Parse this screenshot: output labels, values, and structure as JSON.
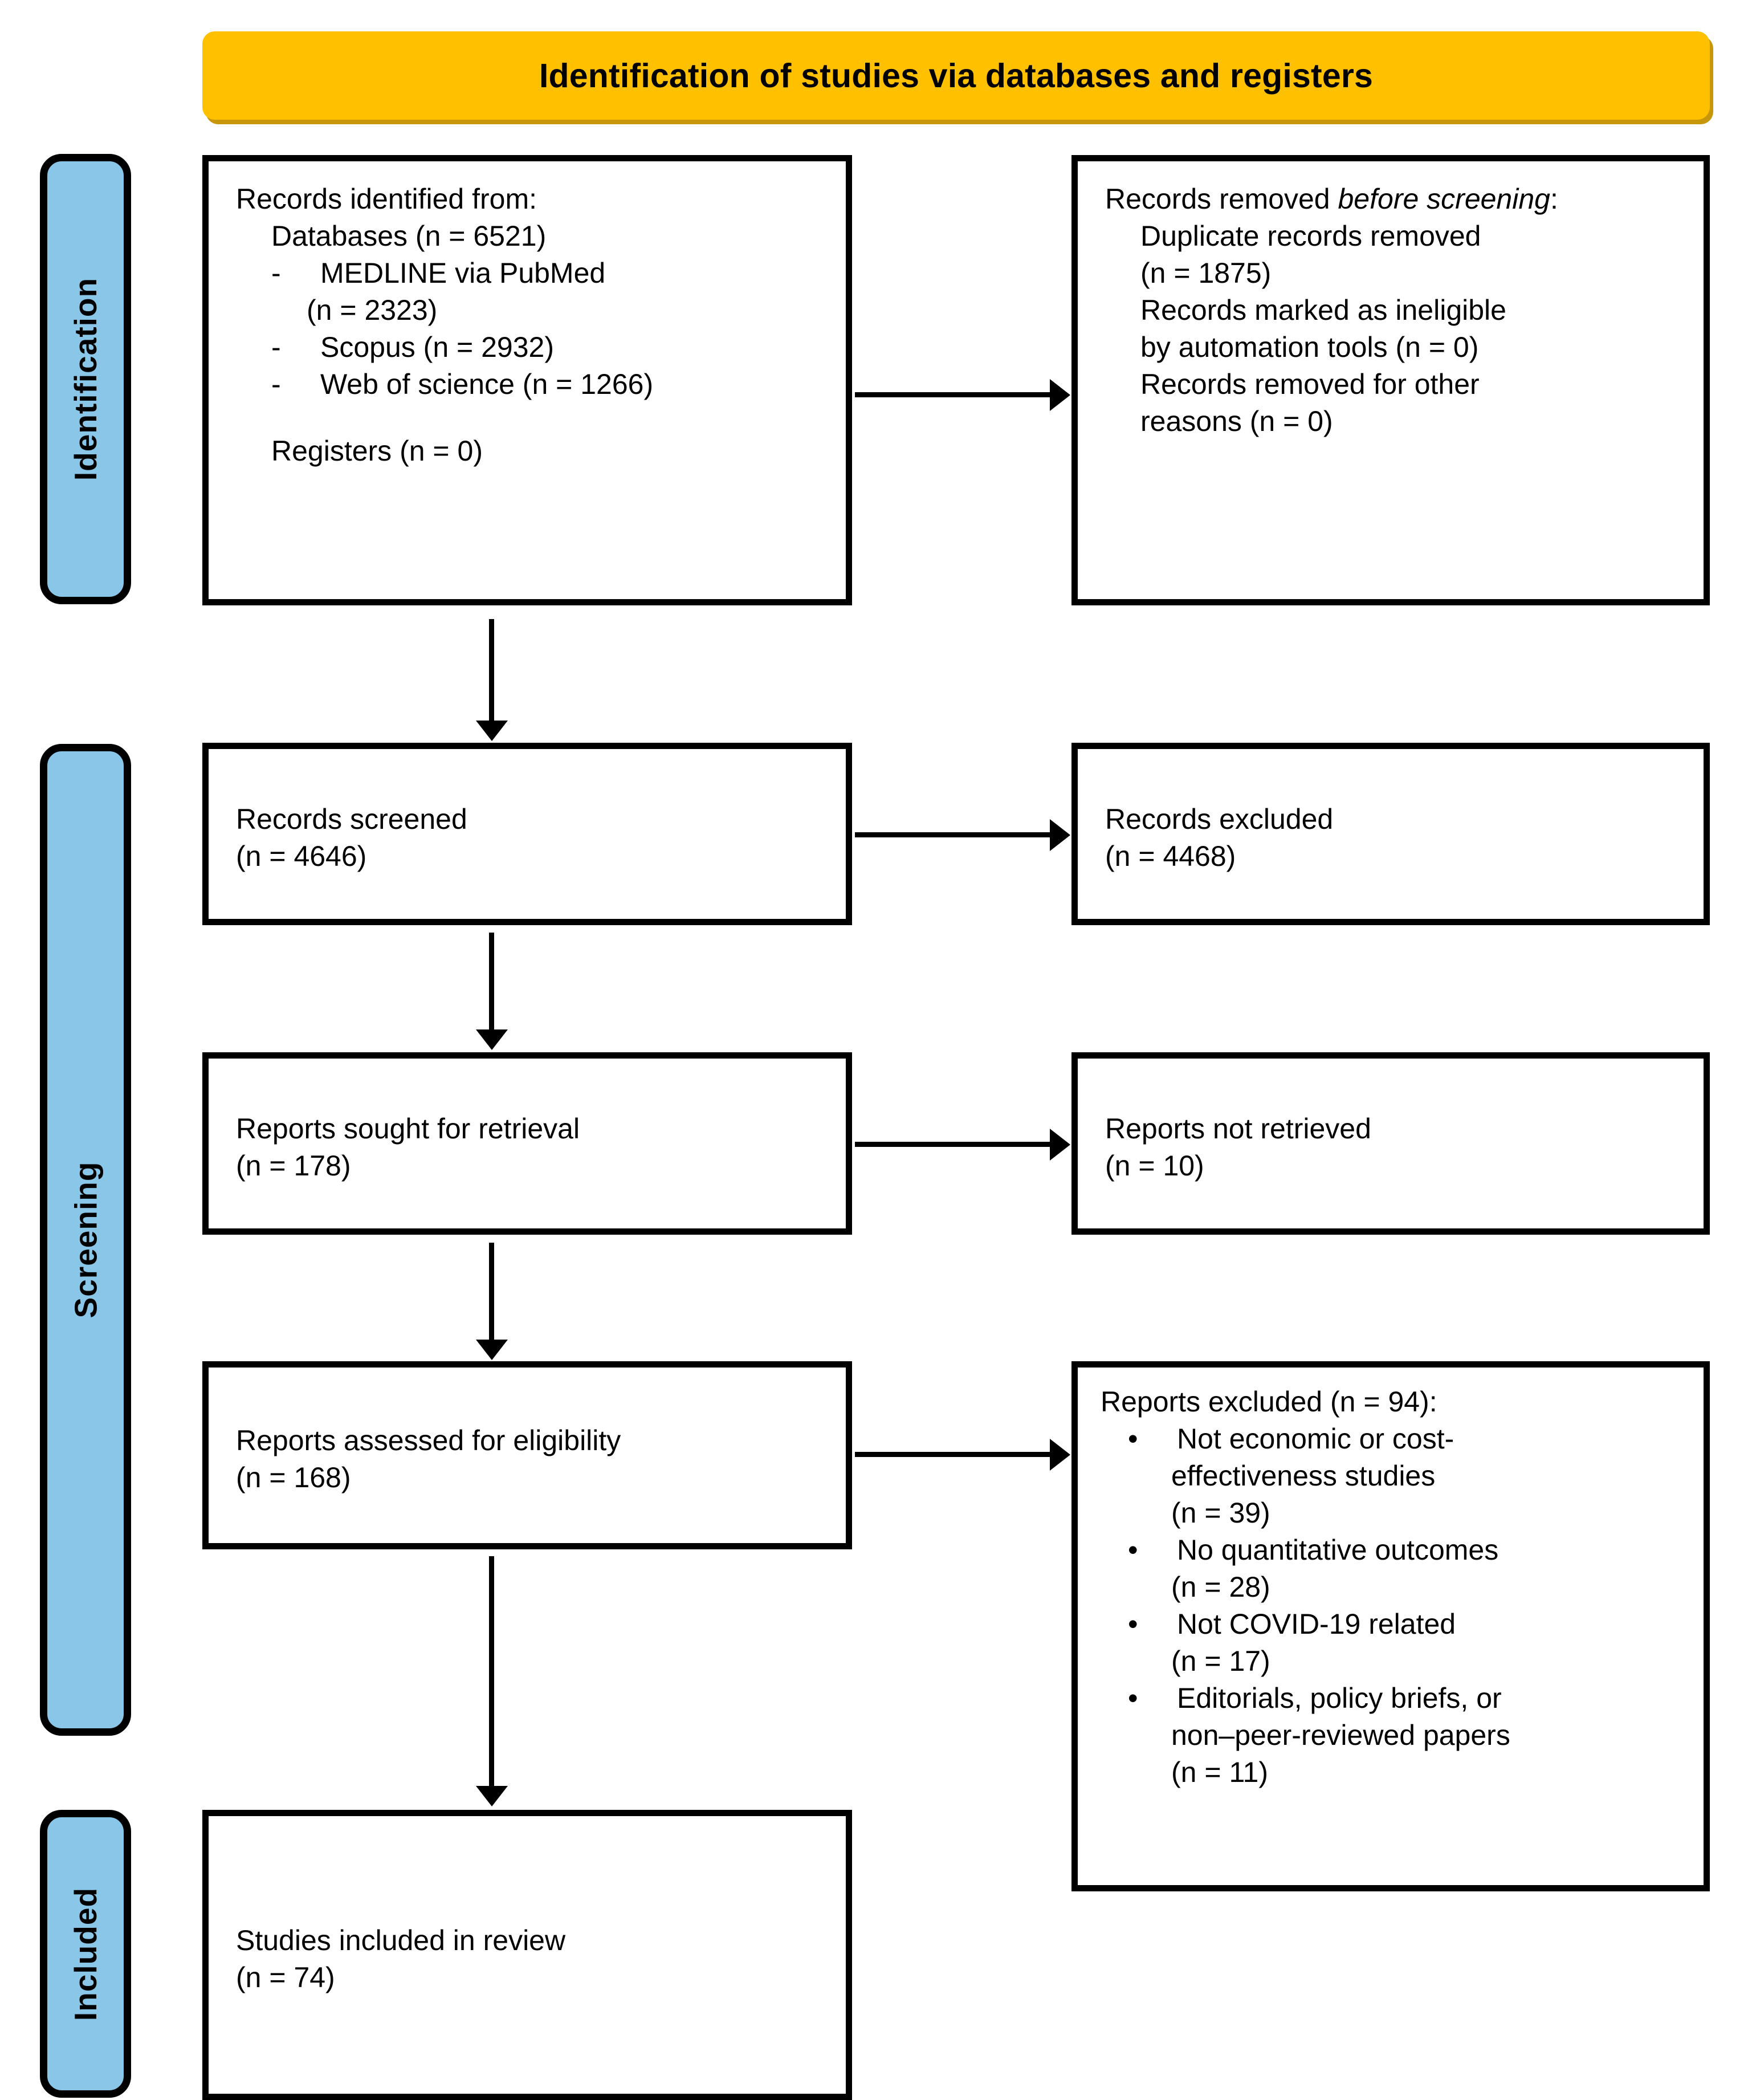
{
  "banner": {
    "title": "Identification of studies via databases and registers",
    "bg_color": "#FFC000",
    "shadow_color": "#C8960A"
  },
  "stages": {
    "identification": "Identification",
    "screening": "Screening",
    "included": "Included",
    "bar_color": "#8AC6E8"
  },
  "boxes": {
    "identified": {
      "heading": "Records identified from:",
      "databases_line": "Databases (n = 6521)",
      "sources": [
        {
          "mark": "-",
          "label": "MEDLINE via PubMed",
          "count_line": "(n = 2323)"
        },
        {
          "mark": "-",
          "label": "Scopus (n = 2932)",
          "count_line": ""
        },
        {
          "mark": "-",
          "label": "Web of science (n = 1266)",
          "count_line": ""
        }
      ],
      "registers_line": "Registers (n = 0)"
    },
    "removed": {
      "heading_pre": "Records removed ",
      "heading_italic": "before screening",
      "heading_post": ":",
      "items": [
        "Duplicate records removed",
        "(n = 1875)",
        "Records marked as ineligible",
        "by automation tools (n = 0)",
        "Records removed for other",
        "reasons (n = 0)"
      ]
    },
    "screened": {
      "label": "Records screened",
      "count": "(n = 4646)"
    },
    "excluded": {
      "label": "Records excluded",
      "count": "(n = 4468)"
    },
    "sought": {
      "label": "Reports sought for retrieval",
      "count": "(n = 178)"
    },
    "not_retrieved": {
      "label": "Reports not retrieved",
      "count": "(n = 10)"
    },
    "assessed": {
      "label": "Reports assessed for eligibility",
      "count": "(n = 168)"
    },
    "reports_excluded": {
      "heading": "Reports excluded (n = 94):",
      "reasons": [
        {
          "mark": "•",
          "lines": [
            "Not economic or cost-",
            "effectiveness studies",
            "(n = 39)"
          ]
        },
        {
          "mark": "•",
          "lines": [
            "No quantitative outcomes",
            "(n = 28)"
          ]
        },
        {
          "mark": "•",
          "lines": [
            "Not COVID-19 related",
            "(n = 17)"
          ]
        },
        {
          "mark": "•",
          "lines": [
            "Editorials, policy briefs, or",
            "non–peer-reviewed papers",
            "(n = 11)"
          ]
        }
      ]
    },
    "included": {
      "label": "Studies included in review",
      "count": "(n = 74)"
    }
  }
}
